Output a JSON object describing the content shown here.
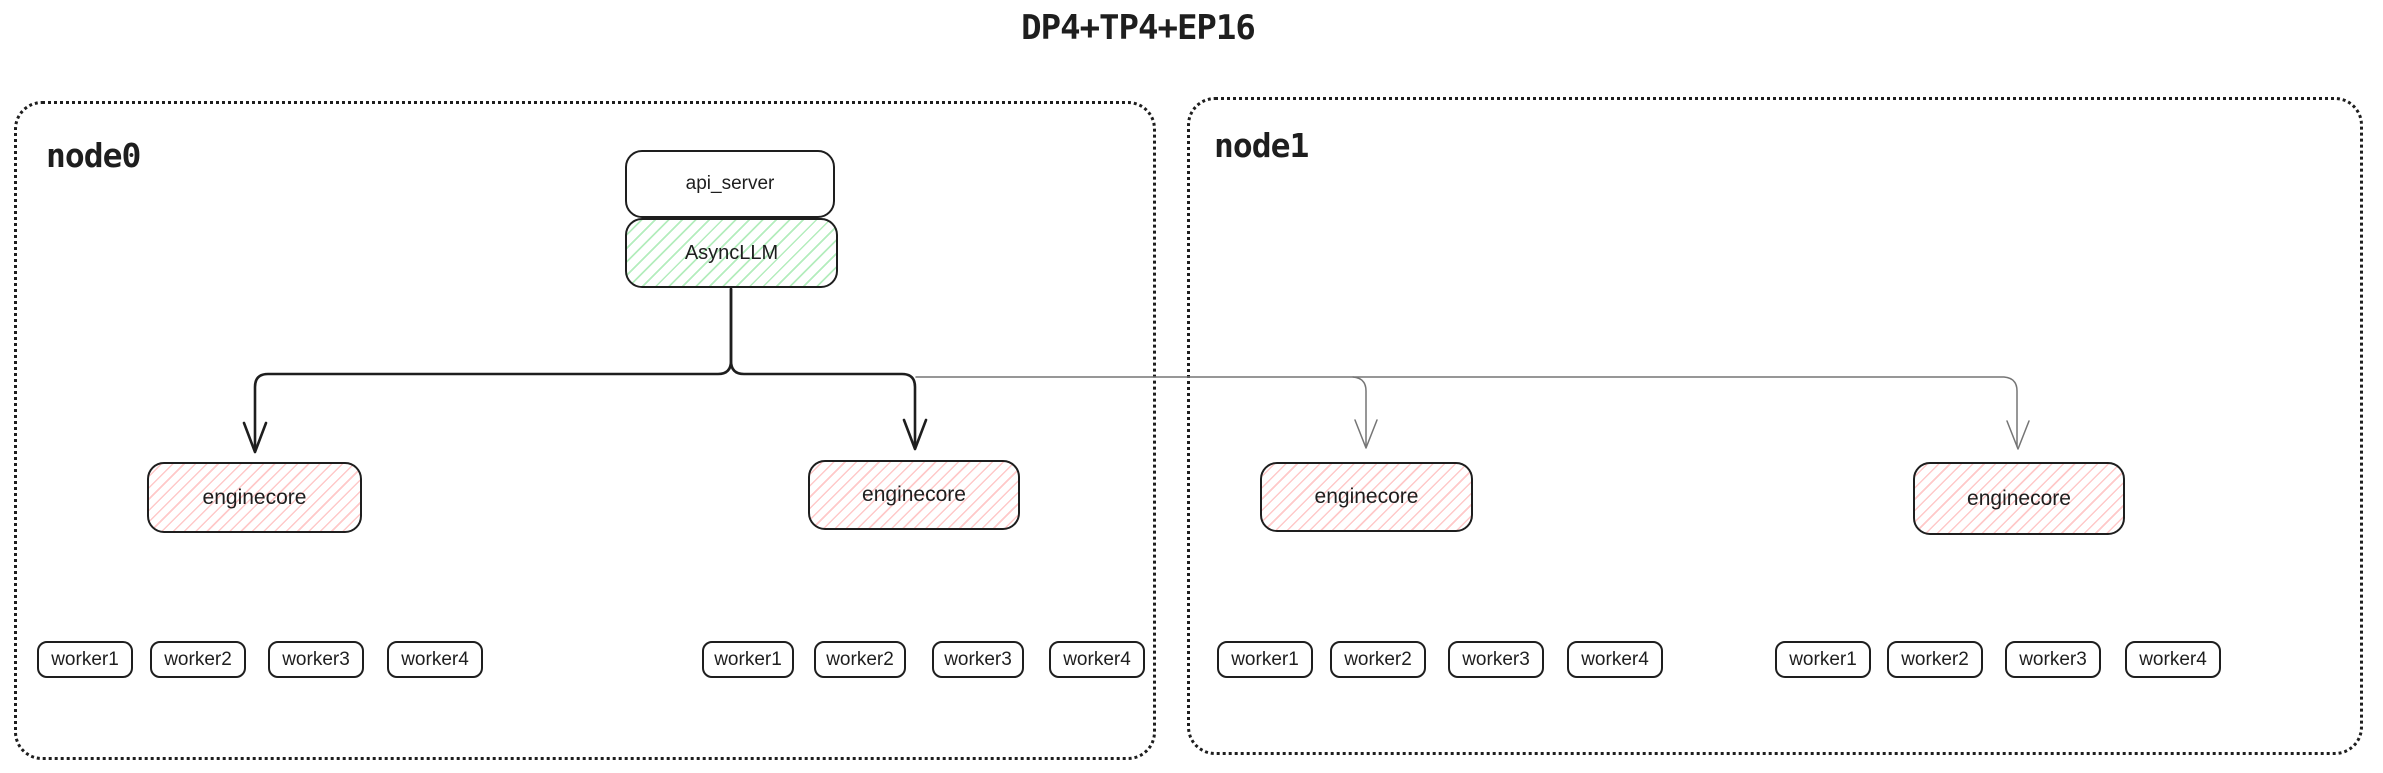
{
  "title": "DP4+TP4+EP16",
  "colors": {
    "ink": "#1e1e1e",
    "thin_line": "#757575",
    "green_hatch": "#69db7c",
    "red_hatch": "#ff8787",
    "background": "#ffffff"
  },
  "nodes": [
    {
      "label": "node0",
      "api_server_label": "api_server",
      "asyncllm_label": "AsyncLLM",
      "enginecores": [
        {
          "label": "enginecore",
          "workers": [
            "worker1",
            "worker2",
            "worker3",
            "worker4"
          ]
        },
        {
          "label": "enginecore",
          "workers": [
            "worker1",
            "worker2",
            "worker3",
            "worker4"
          ]
        }
      ]
    },
    {
      "label": "node1",
      "enginecores": [
        {
          "label": "enginecore",
          "workers": [
            "worker1",
            "worker2",
            "worker3",
            "worker4"
          ]
        },
        {
          "label": "enginecore",
          "workers": [
            "worker1",
            "worker2",
            "worker3",
            "worker4"
          ]
        }
      ]
    }
  ]
}
